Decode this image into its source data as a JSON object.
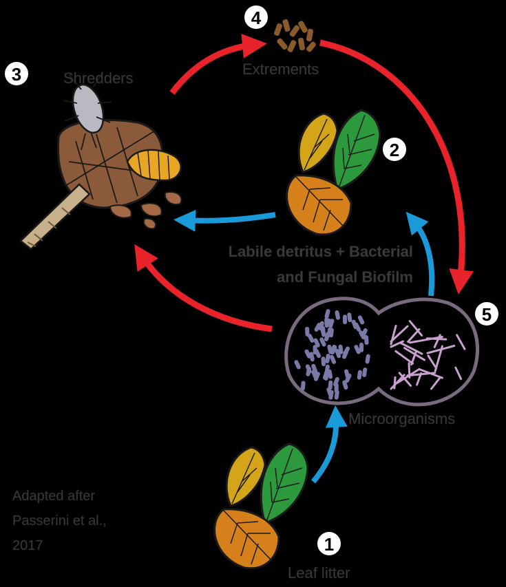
{
  "steps": [
    {
      "number": "1",
      "label": "Leaf litter"
    },
    {
      "number": "2",
      "label_line1": "Labile detritus + Bacterial",
      "label_line2": "and Fungal Biofilm"
    },
    {
      "number": "3",
      "label": "Shredders"
    },
    {
      "number": "4",
      "label": "Extrements"
    },
    {
      "number": "5",
      "label": "Microorganisms"
    }
  ],
  "source_note": [
    "Adapted after",
    "Passerini et al.,",
    "2017"
  ],
  "colors": {
    "red_arrow": "#e8232a",
    "blue_arrow": "#1a9ad8",
    "bacteria": "#7a7aa8",
    "fungi": "#c9a0d0",
    "cell_outline": "#7a6a80",
    "leaf_yellow": "#d4a519",
    "leaf_green": "#2c9a3c",
    "leaf_orange": "#d5801b",
    "extrements": "#8a5a2a"
  }
}
